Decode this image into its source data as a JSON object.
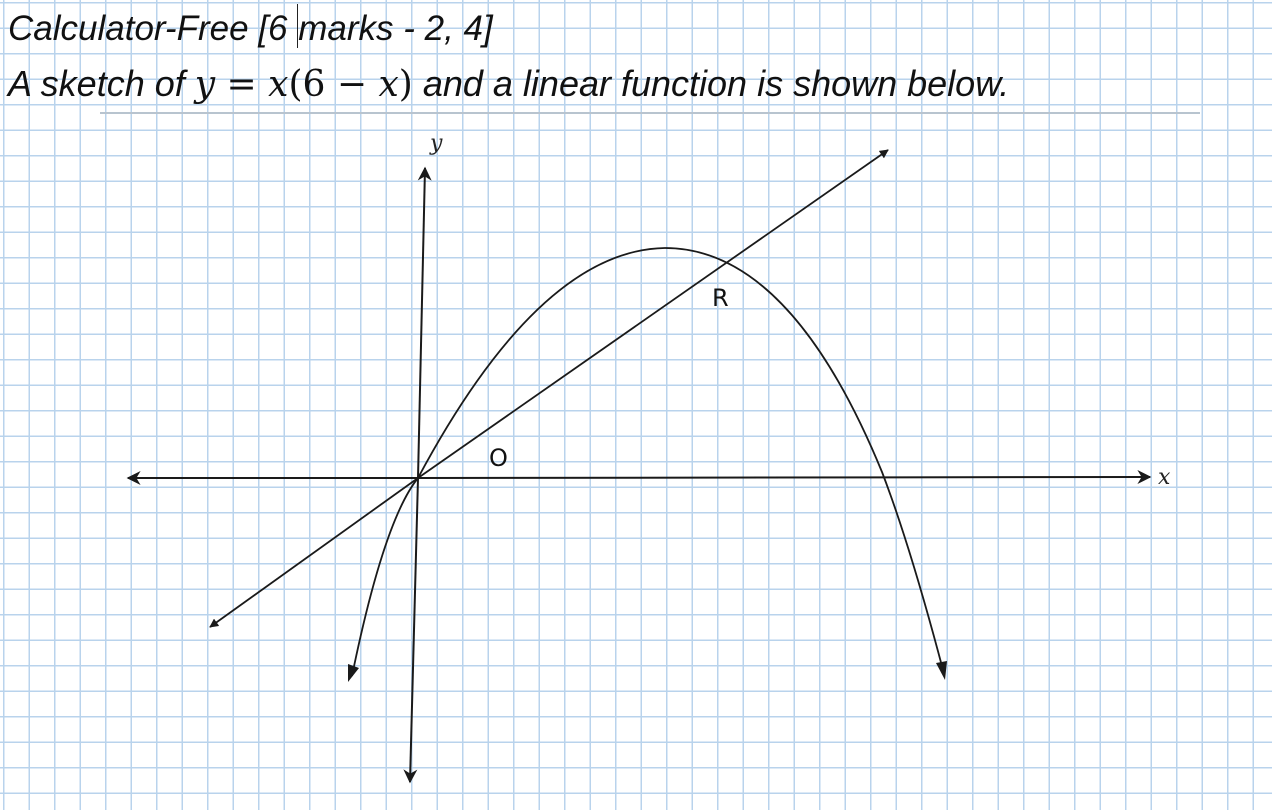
{
  "header": {
    "marks_line_a": "Calculator-Free [6",
    "marks_line_b": "marks - 2, 4]",
    "prompt_pre": "A sketch of",
    "math_y": "y",
    "math_eq": " = ",
    "math_x": "x",
    "math_paren": "(6 − ",
    "math_x2": "x",
    "math_close": ")",
    "prompt_post": " and a linear function is shown below."
  },
  "figure": {
    "x_axis_label": "x",
    "y_axis_label": "y",
    "origin_label": "O",
    "point_label": "R",
    "curve_equation": "y = x(6 − x)"
  },
  "colors": {
    "grid": "#b9d3ec",
    "ink": "#1a1a1a"
  }
}
